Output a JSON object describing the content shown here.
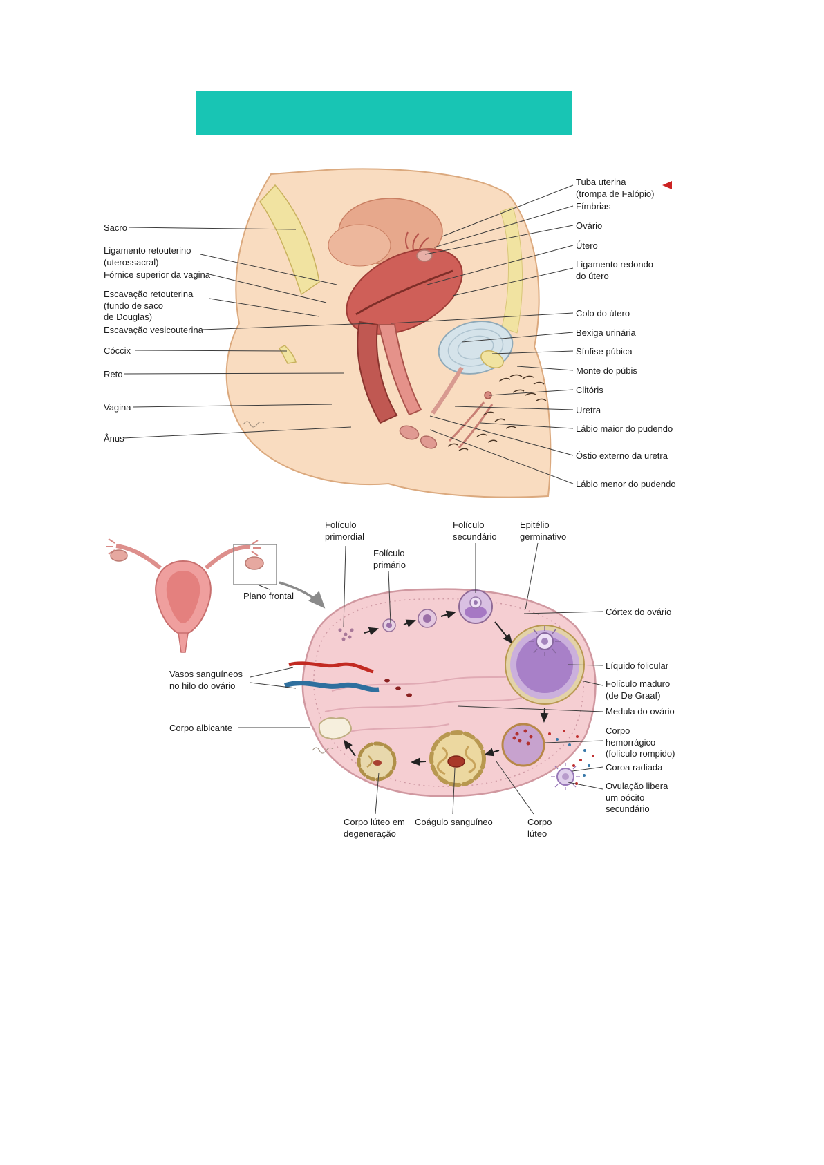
{
  "banner": {
    "color": "#18c5b4"
  },
  "pelvis": {
    "left": [
      "Sacro",
      "Ligamento retouterino\n(uterossacral)",
      "Fórnice superior da vagina",
      "Escavação retouterina\n(fundo de saco\nde Douglas)",
      "Escavação vesicouterina",
      "Cóccix",
      "Reto",
      "Vagina",
      "Ânus"
    ],
    "right": [
      "Tuba uterina\n(trompa de Falópio)",
      "Fímbrias",
      "Ovário",
      "Útero",
      "Ligamento redondo\ndo útero",
      "Colo do útero",
      "Bexiga urinária",
      "Sínfise púbica",
      "Monte do púbis",
      "Clitóris",
      "Uretra",
      "Lábio maior do pudendo",
      "Óstio externo da uretra",
      "Lábio menor do pudendo"
    ]
  },
  "ovary": {
    "top": [
      "Folículo\nprimordial",
      "Folículo\nprimário",
      "Folículo\nsecundário",
      "Epitélio\ngerminativo"
    ],
    "left": [
      "Plano frontal",
      "Vasos sanguíneos\nno hilo do ovário",
      "Corpo albicante"
    ],
    "right": [
      "Córtex do ovário",
      "Líquido folicular",
      "Folículo maduro\n(de De Graaf)",
      "Medula do ovário",
      "Corpo\nhemorrágico\n(folículo rompido)",
      "Coroa radiada",
      "Ovulação libera\num oócito\nsecundário"
    ],
    "bottom": [
      "Corpo lúteo em\ndegeneração",
      "Coágulo sanguíneo",
      "Corpo\nlúteo"
    ]
  }
}
